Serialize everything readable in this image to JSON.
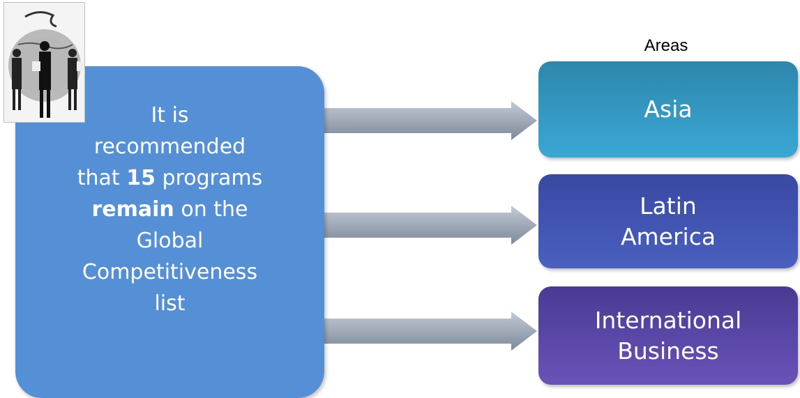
{
  "main": {
    "line1": "It is",
    "line2": "recommended",
    "line3_pre": "that ",
    "line3_bold": "15",
    "line3_post": " programs",
    "line4_bold": "remain",
    "line4_post": " on the",
    "line5": "Global",
    "line6": "Competitiveness",
    "line7": "list"
  },
  "areas": {
    "heading": "Areas",
    "items": [
      {
        "line1": "Asia",
        "line2": ""
      },
      {
        "line1": "Latin",
        "line2": "America"
      },
      {
        "line1": "International",
        "line2": "Business"
      }
    ]
  },
  "colors": {
    "main_box": "#5590d6",
    "asia": "#3aa7d4",
    "latin_america": "#4a5fbf",
    "international_business": "#6a53b8",
    "arrow": "#8d98a8"
  },
  "icons": {
    "thumbnail": "people-with-globe-sketch"
  }
}
